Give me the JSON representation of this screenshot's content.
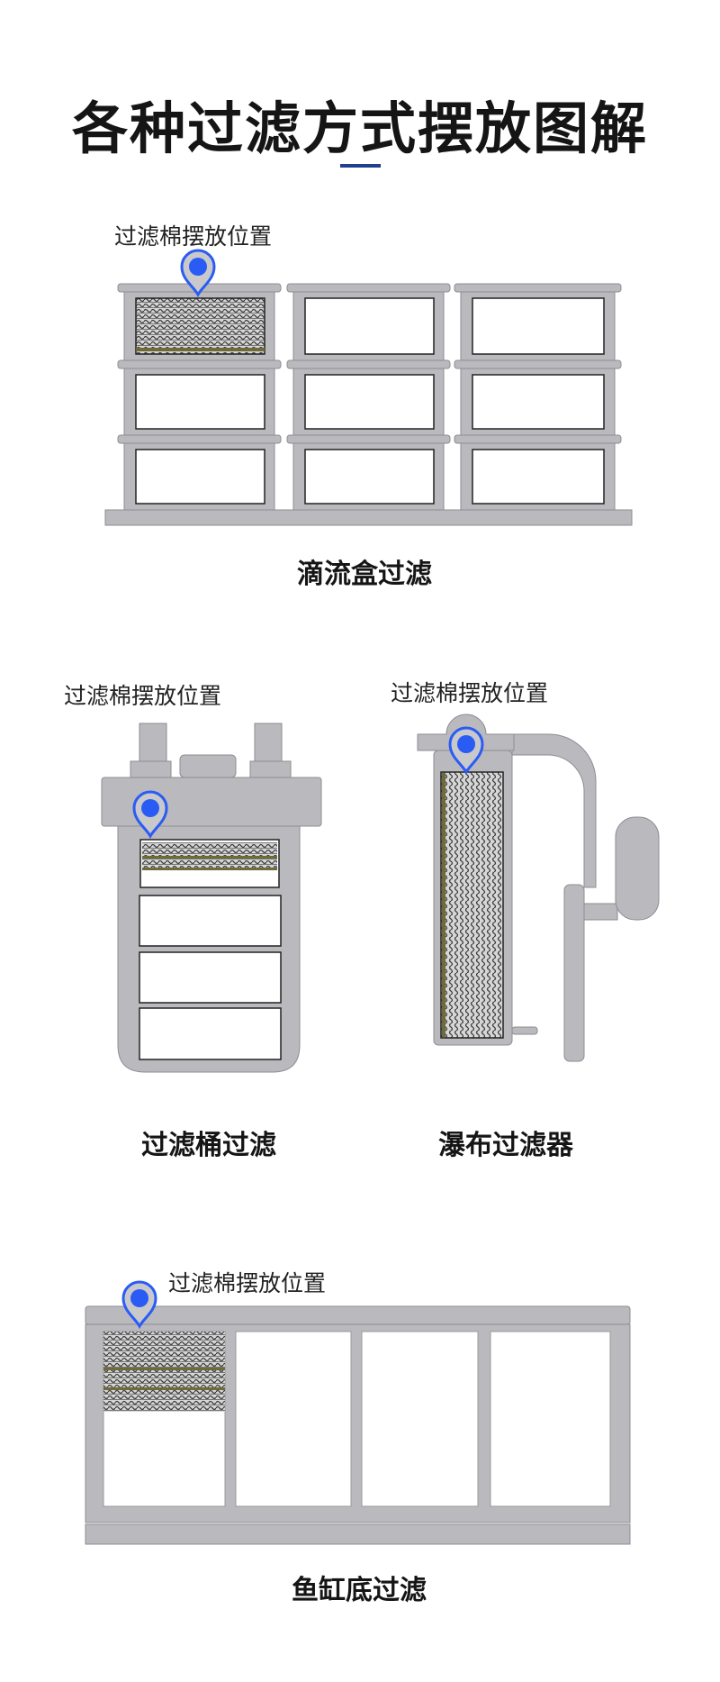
{
  "title": "各种过滤方式摆放图解",
  "colors": {
    "accent": "#1f3f8f",
    "pin": "#2a5cf5",
    "frame": "#b9b9be",
    "frame_edge": "#8d8d92"
  },
  "sections": [
    {
      "position_label": "过滤棉摆放位置",
      "caption": "滴流盒过滤"
    },
    {
      "position_label": "过滤棉摆放位置",
      "caption": "过滤桶过滤"
    },
    {
      "position_label": "过滤棉摆放位置",
      "caption": "瀑布过滤器"
    },
    {
      "position_label": "过滤棉摆放位置",
      "caption": "鱼缸底过滤"
    }
  ],
  "icons": {
    "pin": "location-pin-icon"
  }
}
